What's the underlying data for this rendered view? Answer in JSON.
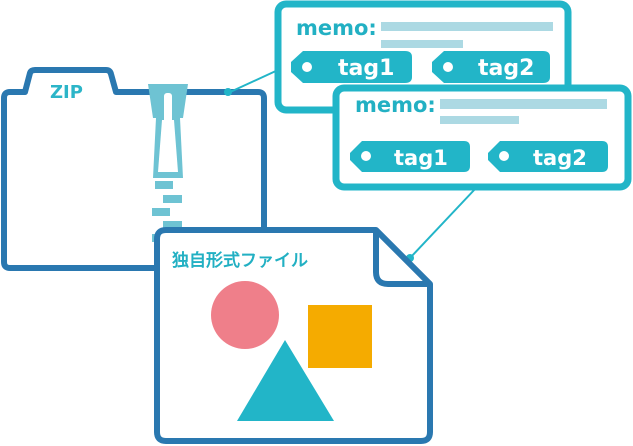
{
  "folder": {
    "label": "ZIP",
    "icon": "zip-folder-icon"
  },
  "memo_cards": [
    {
      "memo_label": "memo:",
      "tags": [
        "tag1",
        "tag2"
      ]
    },
    {
      "memo_label": "memo:",
      "tags": [
        "tag1",
        "tag2"
      ]
    }
  ],
  "document": {
    "title": "独自形式ファイル",
    "shapes": [
      "circle",
      "square",
      "triangle"
    ]
  },
  "colors": {
    "outline_blue": "#2a78b0",
    "teal": "#22b5c8",
    "memo_line": "#acd9e3",
    "zipper": "#6ec3d3",
    "circle": "#ef7f8a",
    "square": "#f5ab00",
    "triangle": "#22b5c8"
  }
}
